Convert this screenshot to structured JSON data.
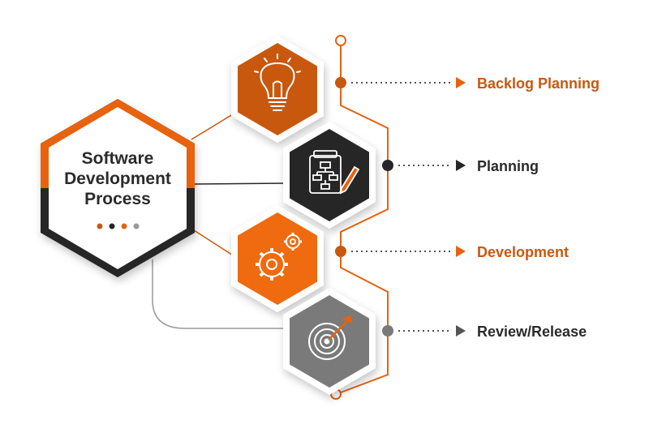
{
  "center": {
    "title_lines": [
      "Software",
      "Development",
      "Process"
    ]
  },
  "steps": [
    {
      "label": "Backlog Planning",
      "icon": "lightbulb-icon",
      "hex_color": "#c9580f",
      "label_color": "#c9580f",
      "dot_color": "#c9580f"
    },
    {
      "label": "Planning",
      "icon": "flowchart-clipboard-icon",
      "hex_color": "#262626",
      "label_color": "#2b2b2b",
      "dot_color": "#262626"
    },
    {
      "label": "Development",
      "icon": "gears-icon",
      "hex_color": "#f06a0f",
      "label_color": "#c9580f",
      "dot_color": "#c9580f"
    },
    {
      "label": "Review/Release",
      "icon": "target-arrow-icon",
      "hex_color": "#7a7a7a",
      "label_color": "#2b2b2b",
      "dot_color": "#7a7a7a"
    }
  ],
  "colors": {
    "accent": "#e8620f",
    "dark": "#262626",
    "gray": "#7a7a7a",
    "connector": "#e8620f"
  }
}
